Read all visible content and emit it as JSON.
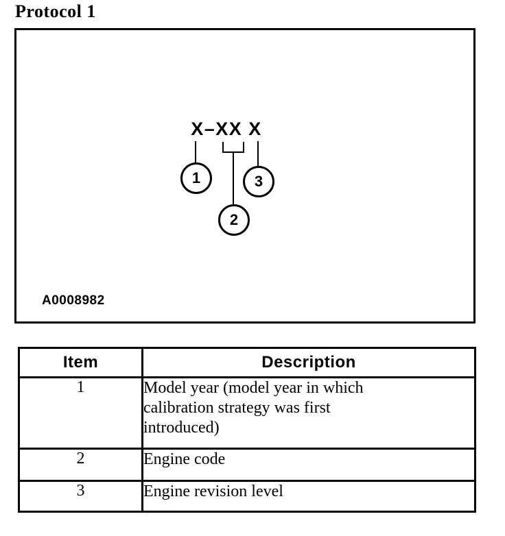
{
  "page": {
    "title": "Protocol 1"
  },
  "colors": {
    "ink": "#000000",
    "paper": "#ffffff"
  },
  "figure": {
    "code_text": "X–XX X",
    "figure_id": "A0008982",
    "callouts": [
      {
        "number": "1"
      },
      {
        "number": "2"
      },
      {
        "number": "3"
      }
    ]
  },
  "table": {
    "headers": {
      "item": "Item",
      "description": "Description"
    },
    "rows": [
      {
        "item": "1",
        "description": "Model year (model year in which\ncalibration strategy was first\nintroduced)"
      },
      {
        "item": "2",
        "description": "Engine code"
      },
      {
        "item": "3",
        "description": "Engine revision level"
      }
    ]
  }
}
